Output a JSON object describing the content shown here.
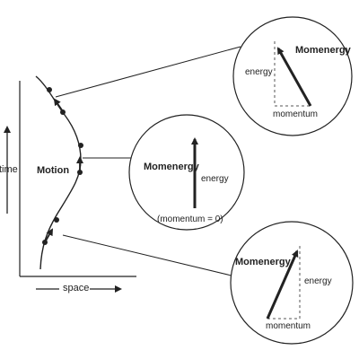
{
  "axes": {
    "time_label": "time",
    "space_label": "space"
  },
  "worldline": {
    "label": "Motion"
  },
  "callouts": {
    "top": {
      "title": "Momenergy",
      "energy_label": "energy",
      "momentum_label": "momentum"
    },
    "middle": {
      "title": "Momenergy",
      "energy_label": "energy",
      "note": "(momentum = 0)"
    },
    "bottom": {
      "title": "Momenergy",
      "energy_label": "energy",
      "momentum_label": "momentum"
    }
  },
  "colors": {
    "ink": "#222222",
    "dashed": "#555555"
  }
}
